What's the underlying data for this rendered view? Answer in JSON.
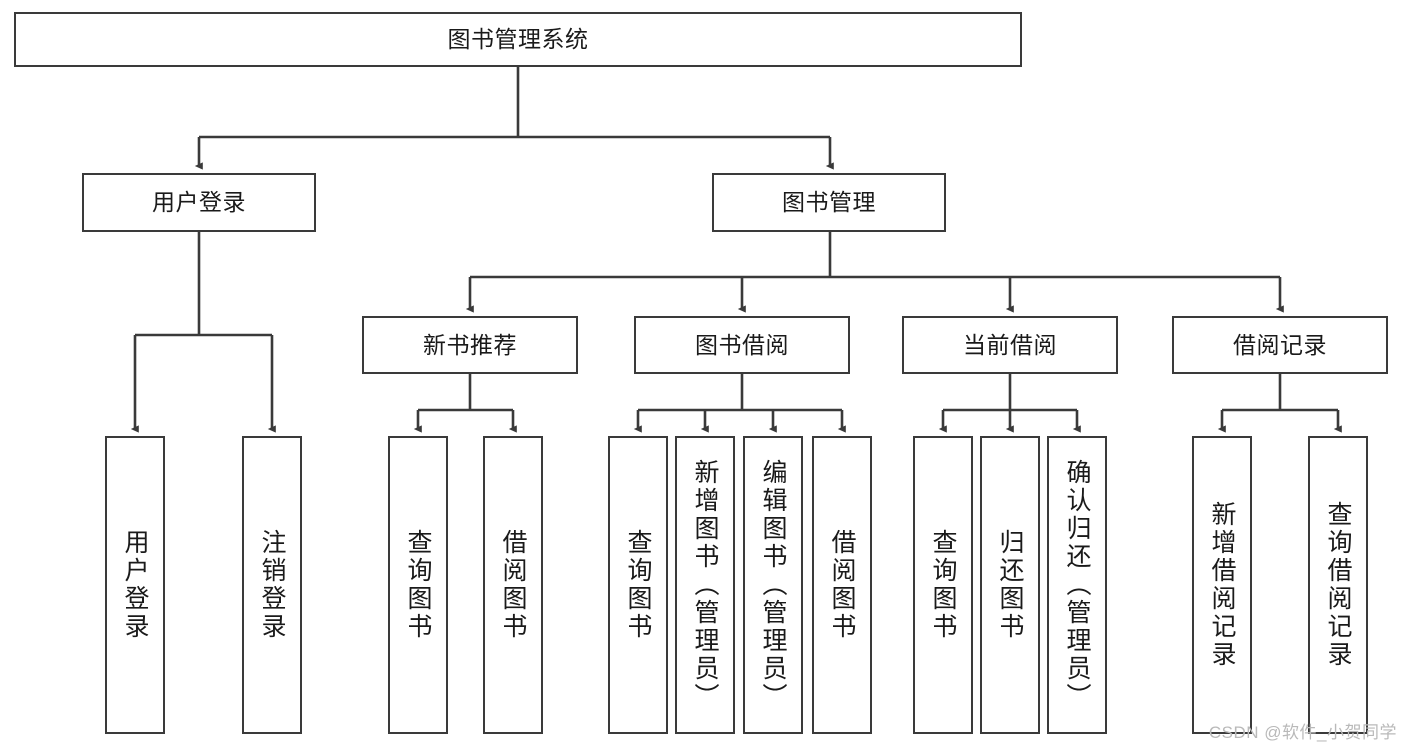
{
  "diagram": {
    "title": "图书管理系统",
    "type": "tree-structure-chart",
    "colors": {
      "box_border": "#3a3a3a",
      "box_fill": "#ffffff",
      "connector": "#3a3a3a",
      "text": "#1a1a1a",
      "watermark": "#b9b9b9",
      "background": "#ffffff"
    },
    "watermark": "CSDN @软件_小贺同学"
  },
  "nodes": {
    "root": {
      "label": "图书管理系统"
    },
    "level1": [
      {
        "id": "user-login",
        "label": "用户登录"
      },
      {
        "id": "book-management",
        "label": "图书管理"
      }
    ],
    "level2": [
      {
        "id": "new-book-recommend",
        "label": "新书推荐"
      },
      {
        "id": "book-borrow",
        "label": "图书借阅"
      },
      {
        "id": "current-borrow",
        "label": "当前借阅"
      },
      {
        "id": "borrow-record",
        "label": "借阅记录"
      }
    ],
    "leaves": {
      "user_login": [
        {
          "id": "leaf-user-login",
          "label": "用户登录"
        },
        {
          "id": "leaf-logout-login",
          "label": "注销登录"
        }
      ],
      "new_book_recommend": [
        {
          "id": "leaf-query-book-1",
          "label": "查询图书"
        },
        {
          "id": "leaf-borrow-book-1",
          "label": "借阅图书"
        }
      ],
      "book_borrow": [
        {
          "id": "leaf-query-book-2",
          "label": "查询图书"
        },
        {
          "id": "leaf-add-book",
          "label": "新增图书（管理员）"
        },
        {
          "id": "leaf-edit-book",
          "label": "编辑图书（管理员）"
        },
        {
          "id": "leaf-borrow-book-2",
          "label": "借阅图书"
        }
      ],
      "current_borrow": [
        {
          "id": "leaf-query-book-3",
          "label": "查询图书"
        },
        {
          "id": "leaf-return-book",
          "label": "归还图书"
        },
        {
          "id": "leaf-confirm-return",
          "label": "确认归还（管理员）"
        }
      ],
      "borrow_record": [
        {
          "id": "leaf-add-record",
          "label": "新增借阅记录"
        },
        {
          "id": "leaf-query-record",
          "label": "查询借阅记录"
        }
      ]
    }
  }
}
